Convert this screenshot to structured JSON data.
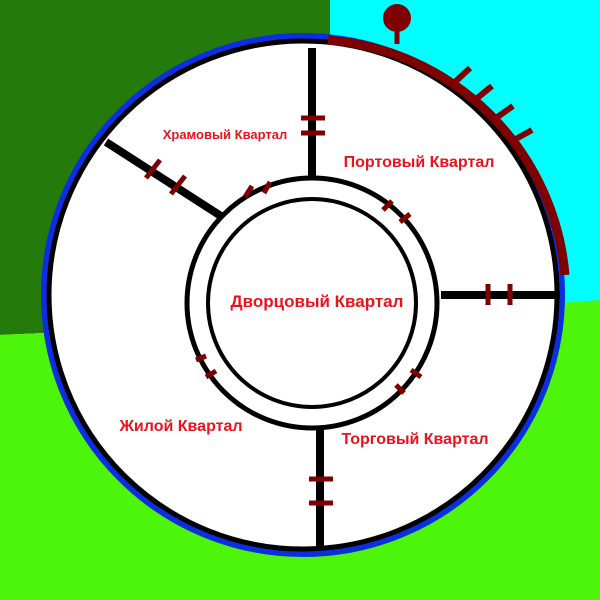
{
  "map": {
    "districts": [
      {
        "id": "temple",
        "label": "Храмовый Квартал"
      },
      {
        "id": "port",
        "label": "Портовый Квартал"
      },
      {
        "id": "palace",
        "label": "Дворцовый Квартал"
      },
      {
        "id": "living",
        "label": "Жилой Квартал"
      },
      {
        "id": "trade",
        "label": "Торговый Квартал"
      }
    ],
    "colors": {
      "forest": "#247b0c",
      "sea": "#00ffff",
      "plains": "#4cf50a",
      "wall": "#000000",
      "outer_wall": "#0b2fe0",
      "harbor": "#7e0000",
      "gate": "#7e0000",
      "label": "#e8141b"
    }
  }
}
